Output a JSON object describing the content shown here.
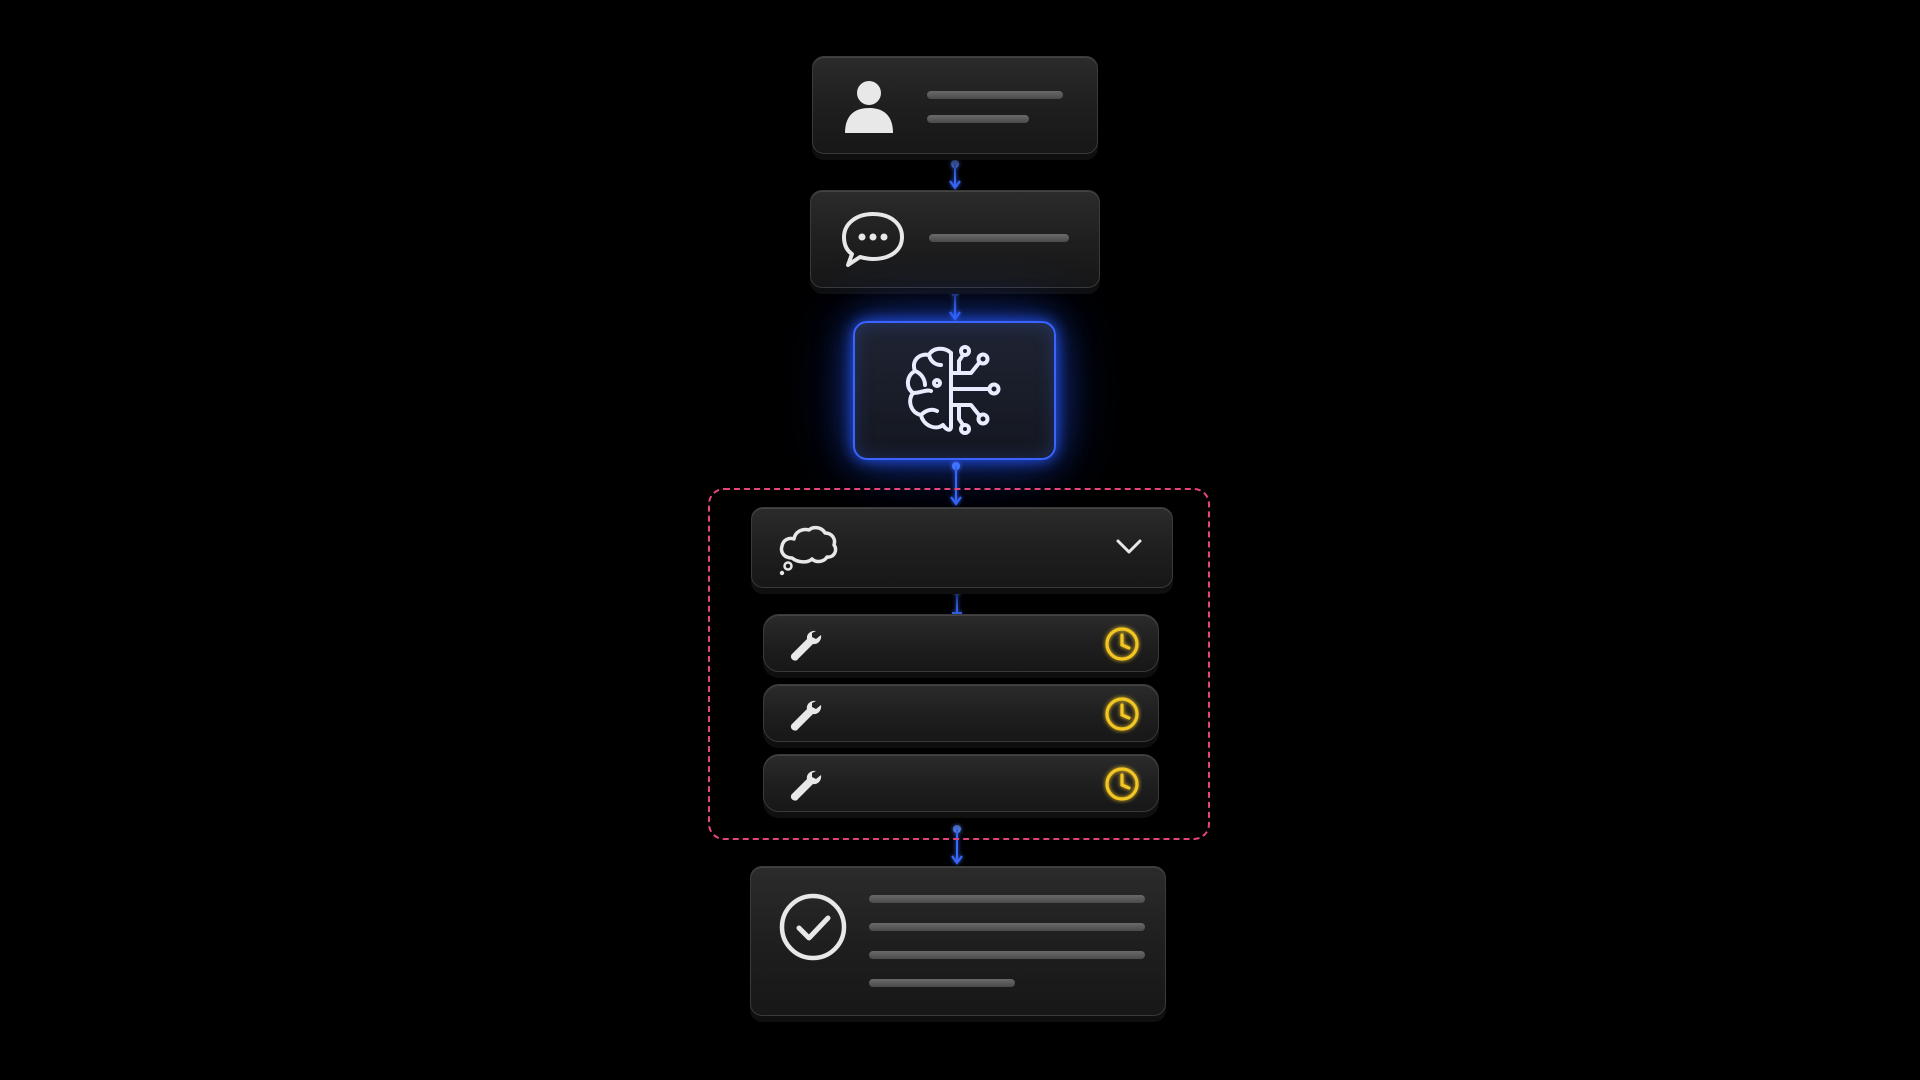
{
  "diagram": {
    "nodes": [
      {
        "id": "user",
        "icon": "user-icon"
      },
      {
        "id": "message",
        "icon": "chat-bubble-icon"
      },
      {
        "id": "ai-core",
        "icon": "brain-circuit-icon"
      },
      {
        "id": "thought",
        "icon": "thought-cloud-icon",
        "control_icon": "chevron-down-icon"
      },
      {
        "id": "tool-call-1",
        "icon": "wrench-icon",
        "status_icon": "clock-icon"
      },
      {
        "id": "tool-call-2",
        "icon": "wrench-icon",
        "status_icon": "clock-icon"
      },
      {
        "id": "tool-call-3",
        "icon": "wrench-icon",
        "status_icon": "clock-icon"
      },
      {
        "id": "result",
        "icon": "check-circle-icon"
      }
    ],
    "edges": [
      {
        "from": "user",
        "to": "message"
      },
      {
        "from": "message",
        "to": "ai-core"
      },
      {
        "from": "ai-core",
        "to": "thought"
      },
      {
        "from": "thought",
        "to": "tool-call-1"
      },
      {
        "from": "reasoning-group",
        "to": "result"
      }
    ],
    "groups": [
      {
        "id": "reasoning-group",
        "members": [
          "thought",
          "tool-call-1",
          "tool-call-2",
          "tool-call-3"
        ],
        "border_style": "dashed"
      }
    ]
  },
  "colors": {
    "background": "#000000",
    "card": "#1f1f1f",
    "connector": "#3a6bff",
    "ai_glow": "#2f5bff",
    "group_border": "#e5457a",
    "pending_status": "#f3c623",
    "icon": "#e8e8e8"
  }
}
